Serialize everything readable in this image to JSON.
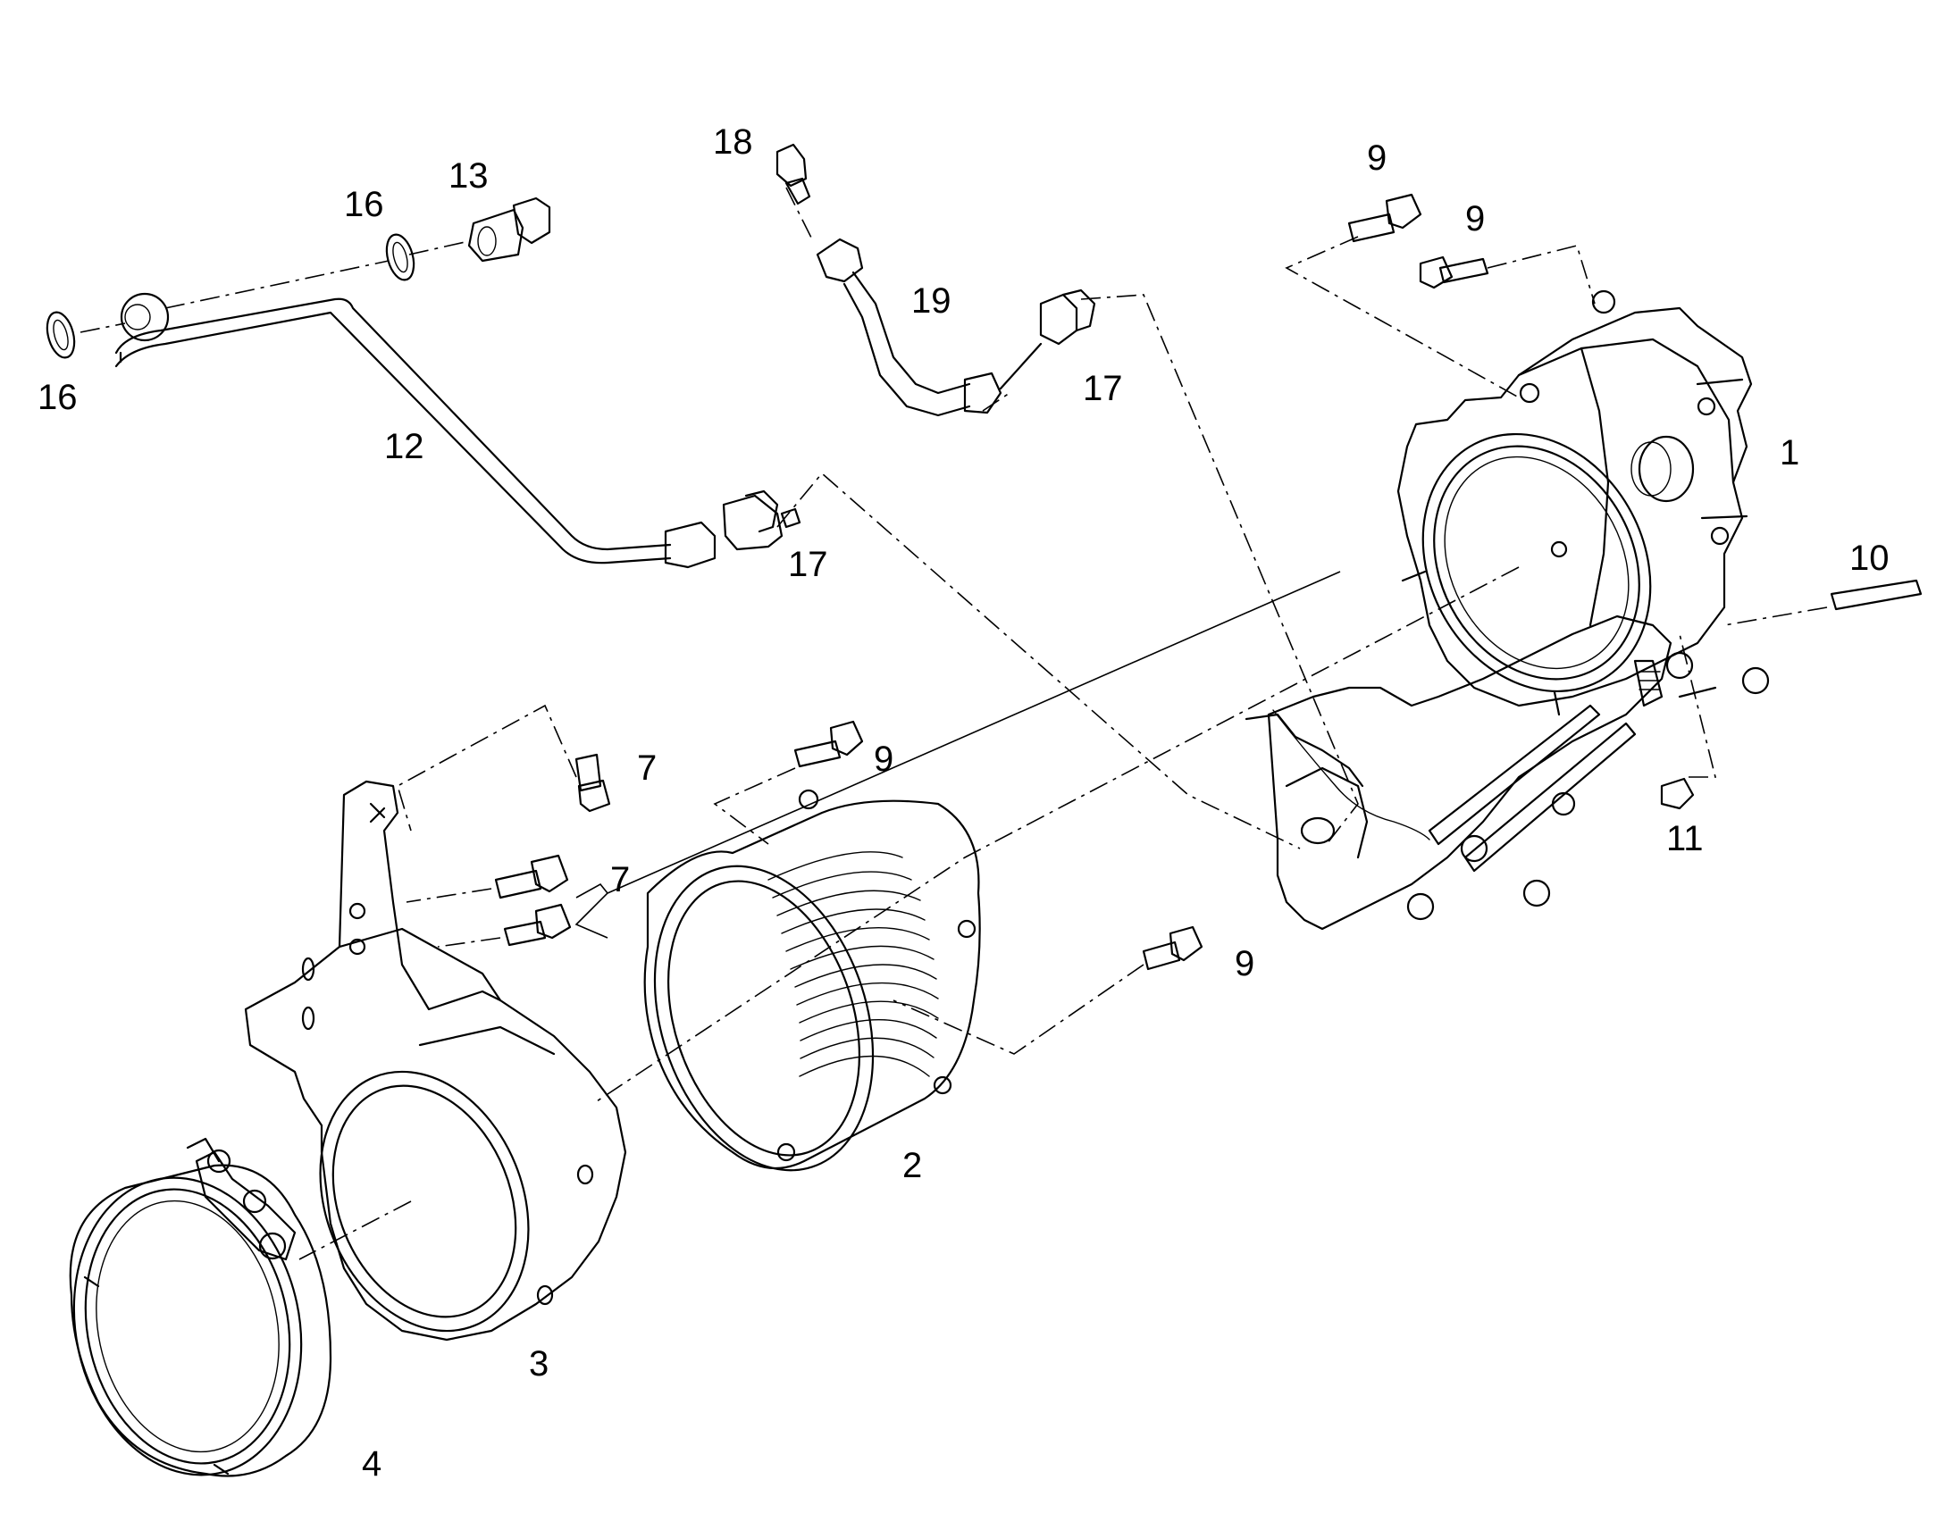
{
  "callouts": {
    "c1": "1",
    "c2": "2",
    "c3": "3",
    "c4": "4",
    "c7a": "7",
    "c7b": "7",
    "c9a": "9",
    "c9b": "9",
    "c9c": "9",
    "c9d": "9",
    "c10": "10",
    "c11": "11",
    "c12": "12",
    "c13": "13",
    "c16a": "16",
    "c16b": "16",
    "c17a": "17",
    "c17b": "17",
    "c18": "18",
    "c19": "19"
  }
}
